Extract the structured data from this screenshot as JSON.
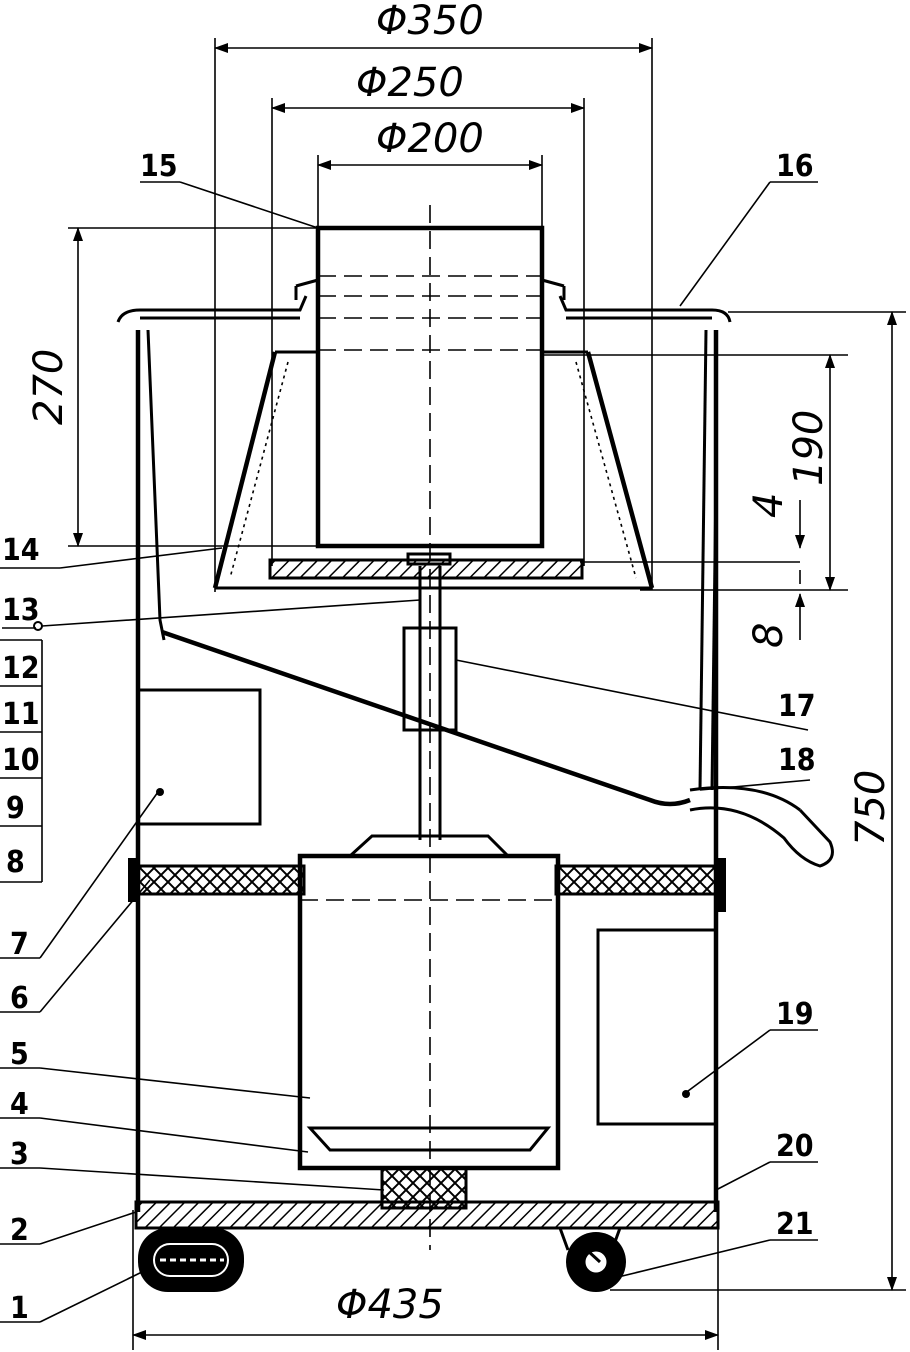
{
  "dimensions": {
    "d350": "Φ350",
    "d250": "Φ250",
    "d200": "Φ200",
    "h270": "270",
    "h190": "190",
    "h4": "4",
    "h8": "8",
    "h750": "750",
    "d435": "Φ435"
  },
  "labels": [
    "1",
    "2",
    "3",
    "4",
    "5",
    "6",
    "7",
    "8",
    "9",
    "10",
    "11",
    "12",
    "13",
    "14",
    "15",
    "16",
    "17",
    "18",
    "19",
    "20",
    "21"
  ]
}
